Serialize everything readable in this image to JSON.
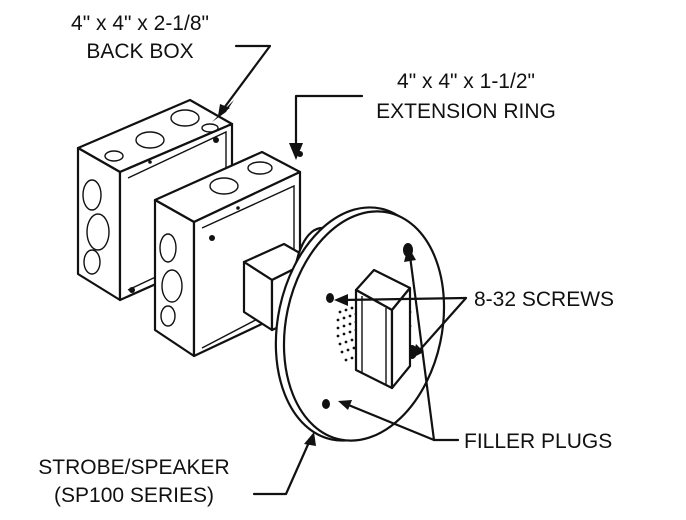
{
  "labels": {
    "back_box_dim": "4\" x 4\" x 2-1/8\"",
    "back_box": "BACK BOX",
    "ring_dim": "4\" x 4\" x 1-1/2\"",
    "ring": "EXTENSION RING",
    "screws": "8-32 SCREWS",
    "plugs": "FILLER PLUGS",
    "device": "STROBE/SPEAKER",
    "series": "(SP100 SERIES)"
  },
  "colors": {
    "ink": "#111111",
    "paper": "#ffffff"
  }
}
